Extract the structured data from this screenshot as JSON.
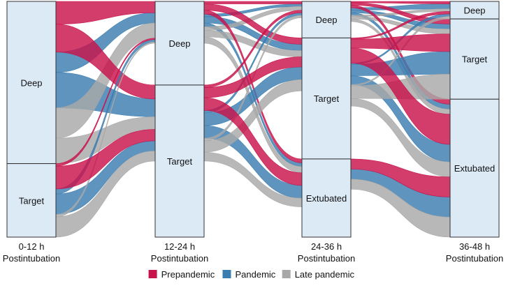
{
  "chart_data": {
    "type": "sankey",
    "columns": [
      {
        "label_line1": "0-12 h",
        "label_line2": "Postintubation",
        "nodes": [
          "Deep",
          "Target"
        ]
      },
      {
        "label_line1": "12-24 h",
        "label_line2": "Postintubation",
        "nodes": [
          "Deep",
          "Target"
        ]
      },
      {
        "label_line1": "24-36 h",
        "label_line2": "Postintubation",
        "nodes": [
          "Deep",
          "Target",
          "Extubated"
        ]
      },
      {
        "label_line1": "36-48 h",
        "label_line2": "Postintubation",
        "nodes": [
          "Deep",
          "Target",
          "Extubated"
        ]
      }
    ],
    "groups": [
      {
        "key": "pre",
        "name": "Prepandemic",
        "color": "#C8124A"
      },
      {
        "key": "pan",
        "name": "Pandemic",
        "color": "#3A7DB0"
      },
      {
        "key": "late",
        "name": "Late pandemic",
        "color": "#A8A8A8"
      }
    ],
    "flows": [
      {
        "stage": 0,
        "from": "Deep",
        "to": "Deep",
        "group": "pan",
        "value": 8
      },
      {
        "stage": 0,
        "from": "Deep",
        "to": "Target",
        "group": "pan",
        "value": 14
      },
      {
        "stage": 0,
        "from": "Deep",
        "to": "Deep",
        "group": "late",
        "value": 12
      },
      {
        "stage": 0,
        "from": "Deep",
        "to": "Target",
        "group": "late",
        "value": 10
      },
      {
        "stage": 0,
        "from": "Deep",
        "to": "Deep",
        "group": "pre",
        "value": 9
      },
      {
        "stage": 0,
        "from": "Deep",
        "to": "Target",
        "group": "pre",
        "value": 11
      },
      {
        "stage": 0,
        "from": "Target",
        "to": "Deep",
        "group": "pan",
        "value": 2
      },
      {
        "stage": 0,
        "from": "Target",
        "to": "Target",
        "group": "pan",
        "value": 8
      },
      {
        "stage": 0,
        "from": "Target",
        "to": "Deep",
        "group": "late",
        "value": 1
      },
      {
        "stage": 0,
        "from": "Target",
        "to": "Target",
        "group": "late",
        "value": 8
      },
      {
        "stage": 0,
        "from": "Target",
        "to": "Deep",
        "group": "pre",
        "value": 1
      },
      {
        "stage": 0,
        "from": "Target",
        "to": "Target",
        "group": "pre",
        "value": 9
      },
      {
        "stage": 1,
        "from": "Deep",
        "to": "Deep",
        "group": "pan",
        "value": 2
      },
      {
        "stage": 1,
        "from": "Deep",
        "to": "Target",
        "group": "pan",
        "value": 5
      },
      {
        "stage": 1,
        "from": "Deep",
        "to": "Extubated",
        "group": "pan",
        "value": 3
      },
      {
        "stage": 1,
        "from": "Deep",
        "to": "Deep",
        "group": "late",
        "value": 3
      },
      {
        "stage": 1,
        "from": "Deep",
        "to": "Target",
        "group": "late",
        "value": 5
      },
      {
        "stage": 1,
        "from": "Deep",
        "to": "Extubated",
        "group": "late",
        "value": 5
      },
      {
        "stage": 1,
        "from": "Deep",
        "to": "Deep",
        "group": "pre",
        "value": 2
      },
      {
        "stage": 1,
        "from": "Deep",
        "to": "Target",
        "group": "pre",
        "value": 5
      },
      {
        "stage": 1,
        "from": "Deep",
        "to": "Extubated",
        "group": "pre",
        "value": 3
      },
      {
        "stage": 1,
        "from": "Target",
        "to": "Deep",
        "group": "pan",
        "value": 2
      },
      {
        "stage": 1,
        "from": "Target",
        "to": "Target",
        "group": "pan",
        "value": 10
      },
      {
        "stage": 1,
        "from": "Target",
        "to": "Extubated",
        "group": "pan",
        "value": 10
      },
      {
        "stage": 1,
        "from": "Target",
        "to": "Deep",
        "group": "late",
        "value": 2
      },
      {
        "stage": 1,
        "from": "Target",
        "to": "Target",
        "group": "late",
        "value": 9
      },
      {
        "stage": 1,
        "from": "Target",
        "to": "Extubated",
        "group": "late",
        "value": 7
      },
      {
        "stage": 1,
        "from": "Target",
        "to": "Deep",
        "group": "pre",
        "value": 2
      },
      {
        "stage": 1,
        "from": "Target",
        "to": "Target",
        "group": "pre",
        "value": 8
      },
      {
        "stage": 1,
        "from": "Target",
        "to": "Extubated",
        "group": "pre",
        "value": 10
      },
      {
        "stage": 2,
        "from": "Deep",
        "to": "Deep",
        "group": "pan",
        "value": 2
      },
      {
        "stage": 2,
        "from": "Deep",
        "to": "Target",
        "group": "pan",
        "value": 2
      },
      {
        "stage": 2,
        "from": "Deep",
        "to": "Extubated",
        "group": "pan",
        "value": 2
      },
      {
        "stage": 2,
        "from": "Deep",
        "to": "Deep",
        "group": "late",
        "value": 1
      },
      {
        "stage": 2,
        "from": "Deep",
        "to": "Target",
        "group": "late",
        "value": 2
      },
      {
        "stage": 2,
        "from": "Deep",
        "to": "Extubated",
        "group": "late",
        "value": 2
      },
      {
        "stage": 2,
        "from": "Deep",
        "to": "Deep",
        "group": "pre",
        "value": 1
      },
      {
        "stage": 2,
        "from": "Deep",
        "to": "Target",
        "group": "pre",
        "value": 2
      },
      {
        "stage": 2,
        "from": "Deep",
        "to": "Extubated",
        "group": "pre",
        "value": 2
      },
      {
        "stage": 2,
        "from": "Target",
        "to": "Deep",
        "group": "pan",
        "value": 1
      },
      {
        "stage": 2,
        "from": "Target",
        "to": "Target",
        "group": "pan",
        "value": 9
      },
      {
        "stage": 2,
        "from": "Target",
        "to": "Extubated",
        "group": "pan",
        "value": 7
      },
      {
        "stage": 2,
        "from": "Target",
        "to": "Deep",
        "group": "late",
        "value": 1
      },
      {
        "stage": 2,
        "from": "Target",
        "to": "Target",
        "group": "late",
        "value": 10
      },
      {
        "stage": 2,
        "from": "Target",
        "to": "Extubated",
        "group": "late",
        "value": 6
      },
      {
        "stage": 2,
        "from": "Target",
        "to": "Deep",
        "group": "pre",
        "value": 1
      },
      {
        "stage": 2,
        "from": "Target",
        "to": "Target",
        "group": "pre",
        "value": 7
      },
      {
        "stage": 2,
        "from": "Target",
        "to": "Extubated",
        "group": "pre",
        "value": 12
      },
      {
        "stage": 2,
        "from": "Extubated",
        "to": "Extubated",
        "group": "pan",
        "value": 8
      },
      {
        "stage": 2,
        "from": "Extubated",
        "to": "Extubated",
        "group": "late",
        "value": 8
      },
      {
        "stage": 2,
        "from": "Extubated",
        "to": "Extubated",
        "group": "pre",
        "value": 8
      }
    ]
  },
  "legend": {
    "items": [
      {
        "label": "Prepandemic",
        "color": "#C8124A"
      },
      {
        "label": "Pandemic",
        "color": "#3A7DB0"
      },
      {
        "label": "Late pandemic",
        "color": "#A8A8A8"
      }
    ]
  },
  "colors": {
    "node_fill": "#DCEAF6",
    "node_stroke": "#333333",
    "text": "#111111"
  }
}
